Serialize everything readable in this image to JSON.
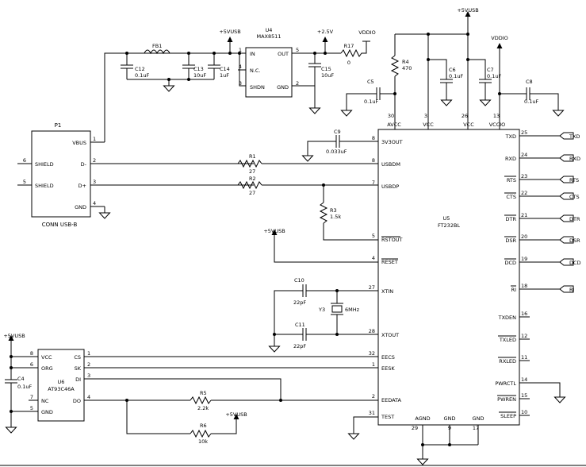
{
  "nets": {
    "p5vusb": "+5VUSB",
    "p2v5": "+2.5V",
    "vddio": "VDDIO"
  },
  "p1": {
    "ref": "P1",
    "value": "CONN USB-B",
    "pins": [
      {
        "num": "1",
        "name": "VBUS"
      },
      {
        "num": "2",
        "name": "D-"
      },
      {
        "num": "3",
        "name": "D+"
      },
      {
        "num": "4",
        "name": "GND"
      },
      {
        "num": "6",
        "name": "SHIELD"
      },
      {
        "num": "5",
        "name": "SHIELD"
      }
    ]
  },
  "u4": {
    "ref": "U4",
    "value": "MAX8511",
    "pins": [
      {
        "num": "1",
        "name": "IN"
      },
      {
        "num": "4",
        "name": "N.C."
      },
      {
        "num": "3",
        "name": "SHDN"
      },
      {
        "num": "5",
        "name": "OUT"
      },
      {
        "num": "2",
        "name": "GND"
      }
    ]
  },
  "u5": {
    "ref": "U5",
    "value": "FT232BL",
    "left_pins": [
      {
        "num": "8",
        "name": "3V3OUT"
      },
      {
        "num": "8",
        "name": "USBDM"
      },
      {
        "num": "7",
        "name": "USBDP"
      },
      {
        "num": "5",
        "name": "RSTOUT"
      },
      {
        "num": "4",
        "name": "RESET"
      },
      {
        "num": "27",
        "name": "XTIN"
      },
      {
        "num": "28",
        "name": "XTOUT"
      },
      {
        "num": "32",
        "name": "EECS"
      },
      {
        "num": "1",
        "name": "EESK"
      },
      {
        "num": "2",
        "name": "EEDATA"
      },
      {
        "num": "31",
        "name": "TEST"
      }
    ],
    "top_pins": [
      {
        "num": "30",
        "name": "AVCC"
      },
      {
        "num": "3",
        "name": "VCC"
      },
      {
        "num": "26",
        "name": "VCC"
      },
      {
        "num": "13",
        "name": "VCCIO"
      }
    ],
    "bottom_pins": [
      {
        "num": "29",
        "name": "AGND"
      },
      {
        "num": "9",
        "name": "GND"
      },
      {
        "num": "17",
        "name": "GND"
      }
    ],
    "right_pins": [
      {
        "num": "25",
        "name": "TXD"
      },
      {
        "num": "24",
        "name": "RXD"
      },
      {
        "num": "23",
        "name": "RTS"
      },
      {
        "num": "22",
        "name": "CTS"
      },
      {
        "num": "21",
        "name": "DTR"
      },
      {
        "num": "20",
        "name": "DSR"
      },
      {
        "num": "19",
        "name": "DCD"
      },
      {
        "num": "18",
        "name": "RI"
      },
      {
        "num": "16",
        "name": "TXDEN"
      },
      {
        "num": "12",
        "name": "TXLED"
      },
      {
        "num": "11",
        "name": "RXLED"
      },
      {
        "num": "14",
        "name": "PWRCTL"
      },
      {
        "num": "15",
        "name": "PWREN"
      },
      {
        "num": "10",
        "name": "SLEEP"
      }
    ],
    "ports": [
      "TXD",
      "RXD",
      "RTS",
      "CTS",
      "DTR",
      "DSR",
      "DCD",
      "RI"
    ]
  },
  "u6": {
    "ref": "U6",
    "value": "AT93C46A",
    "left_pins": [
      {
        "num": "8",
        "name": "VCC"
      },
      {
        "num": "6",
        "name": "ORG"
      },
      {
        "num": "7",
        "name": "NC"
      },
      {
        "num": "5",
        "name": "GND"
      }
    ],
    "right_pins": [
      {
        "num": "1",
        "name": "CS"
      },
      {
        "num": "2",
        "name": "SK"
      },
      {
        "num": "3",
        "name": "DI"
      },
      {
        "num": "4",
        "name": "DO"
      }
    ]
  },
  "components": {
    "fb1": {
      "ref": "FB1"
    },
    "r17": {
      "ref": "R17",
      "value": "0"
    },
    "r4": {
      "ref": "R4",
      "value": "470"
    },
    "r1": {
      "ref": "R1",
      "value": "27"
    },
    "r2": {
      "ref": "R2",
      "value": "27"
    },
    "r3": {
      "ref": "R3",
      "value": "1.5k"
    },
    "r5": {
      "ref": "R5",
      "value": "2.2k"
    },
    "r6": {
      "ref": "R6",
      "value": "10k"
    },
    "c12": {
      "ref": "C12",
      "value": "0.1uF"
    },
    "c13": {
      "ref": "C13",
      "value": "10uF"
    },
    "c14": {
      "ref": "C14",
      "value": "1uF"
    },
    "c15": {
      "ref": "C15",
      "value": "10uF"
    },
    "c5": {
      "ref": "C5",
      "value": "0.1uF"
    },
    "c6": {
      "ref": "C6",
      "value": "0.1uF"
    },
    "c7": {
      "ref": "C7",
      "value": "0.1uF"
    },
    "c8": {
      "ref": "C8",
      "value": "0.1uF"
    },
    "c9": {
      "ref": "C9",
      "value": "0.033uF"
    },
    "c10": {
      "ref": "C10",
      "value": "22pF"
    },
    "c11": {
      "ref": "C11",
      "value": "22pF"
    },
    "c4": {
      "ref": "C4",
      "value": "0.1uF"
    },
    "y3": {
      "ref": "Y3",
      "value": "6MHz"
    }
  }
}
